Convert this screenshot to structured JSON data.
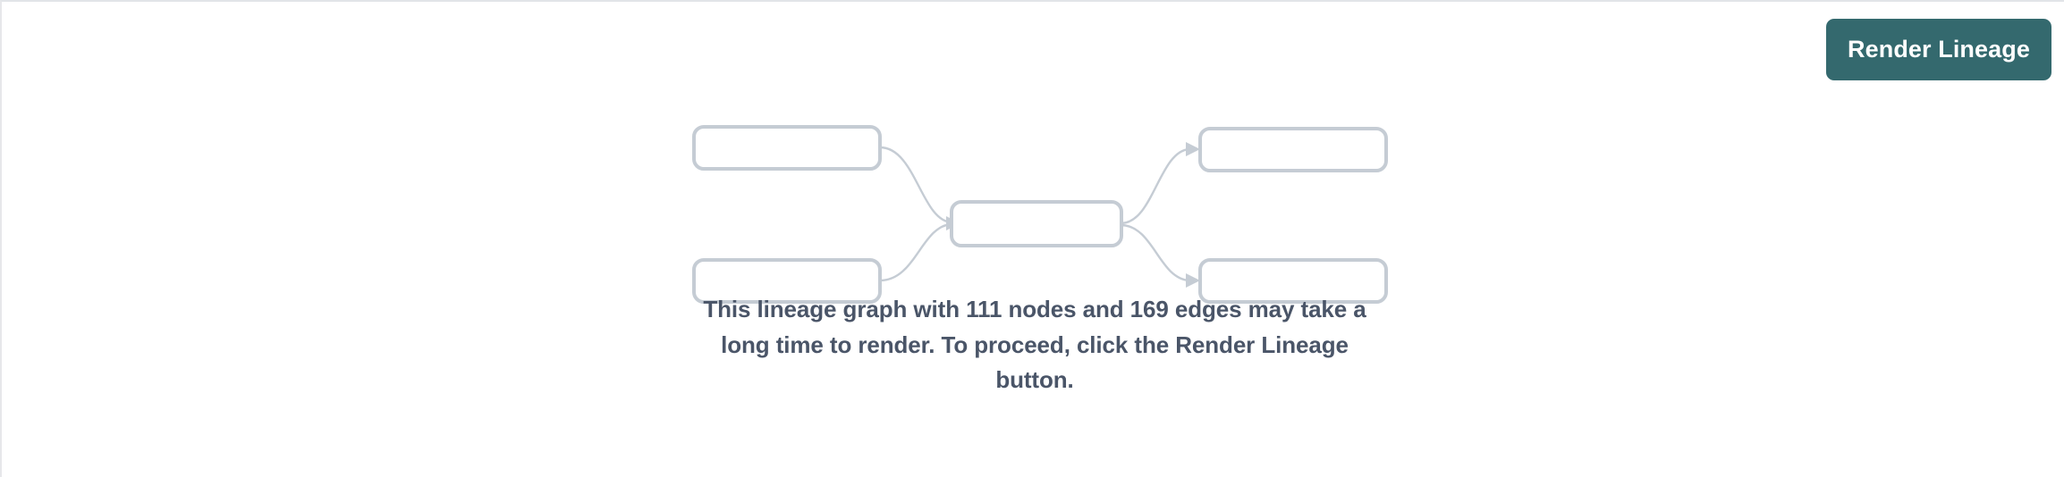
{
  "page": {
    "background_color": "#ffffff",
    "border_color": "#e2e4e8"
  },
  "toolbar": {
    "render_lineage_label": "Render Lineage",
    "render_lineage_color": "#34696e",
    "render_lineage_text_color": "#ffffff"
  },
  "placeholder_graph": {
    "node_border_color": "#c5ccd4",
    "edge_color": "#c5ccd4",
    "node_count_shown": 5,
    "nodes": [
      {
        "id": "left-top",
        "label": ""
      },
      {
        "id": "left-bottom",
        "label": ""
      },
      {
        "id": "center",
        "label": ""
      },
      {
        "id": "right-top",
        "label": ""
      },
      {
        "id": "right-bottom",
        "label": ""
      }
    ],
    "edges": [
      {
        "from": "left-top",
        "to": "center"
      },
      {
        "from": "left-bottom",
        "to": "center"
      },
      {
        "from": "center",
        "to": "right-top"
      },
      {
        "from": "center",
        "to": "right-bottom"
      }
    ]
  },
  "message": {
    "text": "This lineage graph with 111 nodes and 169 edges may take a long time to render. To proceed, click the Render Lineage button.",
    "node_count": 111,
    "edge_count": 169,
    "text_color": "#4a5568"
  }
}
